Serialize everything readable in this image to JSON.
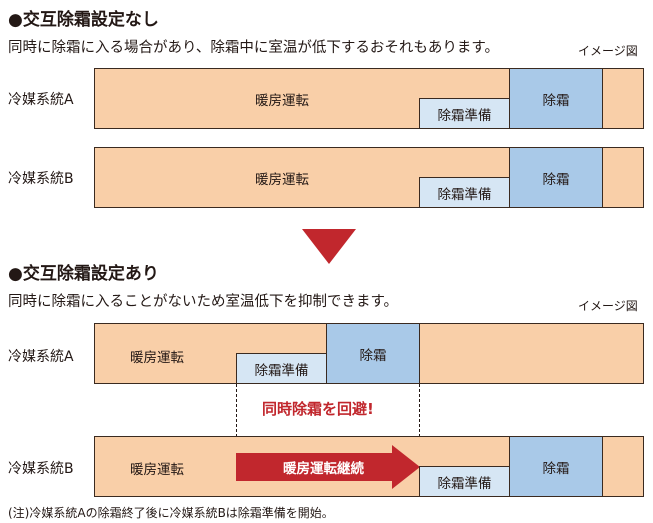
{
  "section1": {
    "title": "●交互除霜設定なし",
    "subtitle": "同時に除霜に入る場合があり、除霜中に室温が低下するおそれもあります。",
    "image_note": "イメージ図",
    "row_a": {
      "label": "冷媒系統A",
      "heating": "暖房運転",
      "prep": "除霜準備",
      "defrost": "除霜"
    },
    "row_b": {
      "label": "冷媒系統B",
      "heating": "暖房運転",
      "prep": "除霜準備",
      "defrost": "除霜"
    }
  },
  "section2": {
    "title": "●交互除霜設定あり",
    "subtitle": "同時に除霜に入ることがないため室温低下を抑制できます。",
    "image_note": "イメージ図",
    "row_a": {
      "label": "冷媒系統A",
      "heating": "暖房運転",
      "prep": "除霜準備",
      "defrost": "除霜"
    },
    "avoid_text": "同時除霜を回避!",
    "row_b": {
      "label": "冷媒系統B",
      "heating": "暖房運転",
      "continue": "暖房運転継続",
      "prep": "除霜準備",
      "defrost": "除霜"
    }
  },
  "footnote": "(注)冷媒系統Aの除霜終了後に冷媒系統Bは除霜準備を開始。",
  "colors": {
    "heating": "#F9CFA8",
    "defrost": "#A9C9E8",
    "prep": "#D6E6F4",
    "arrow": "#C1272D",
    "accent_text": "#C1272D"
  }
}
